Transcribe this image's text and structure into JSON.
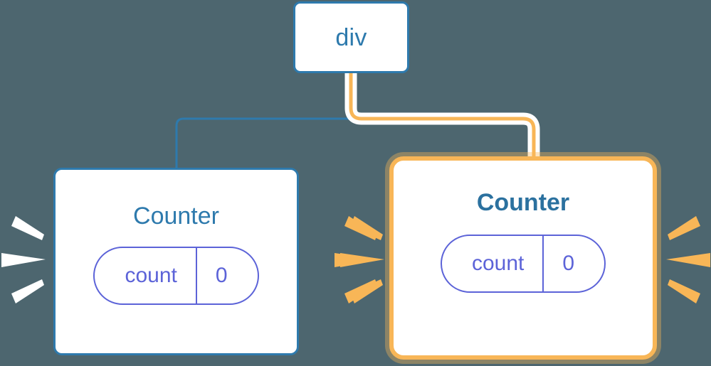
{
  "diagram": {
    "title": "React component tree re-render diagram",
    "background_color": "#4d666f",
    "nodes": [
      {
        "id": "div",
        "label": "div",
        "kind": "element",
        "highlighted": false,
        "border_color": "#2e7aad",
        "text_color": "#2e7aad"
      },
      {
        "id": "counter-left",
        "label": "Counter",
        "kind": "component",
        "highlighted": false,
        "border_color": "#2e7aad",
        "text_color": "#2e7aad",
        "prop": {
          "key": "count",
          "value": "0"
        }
      },
      {
        "id": "counter-right",
        "label": "Counter",
        "kind": "component",
        "highlighted": true,
        "border_color": "#f8b657",
        "text_color": "#2b719f",
        "prop": {
          "key": "count",
          "value": "0"
        }
      }
    ],
    "edges": [
      {
        "from": "div",
        "to": "counter-left",
        "color": "#2e7aad",
        "highlighted": false
      },
      {
        "from": "div",
        "to": "counter-right",
        "color": "#f8b657",
        "highlighted": true
      }
    ],
    "bursts": [
      {
        "for": "counter-left",
        "side": "left",
        "color": "#ffffff",
        "rays": 3
      },
      {
        "for": "counter-left",
        "side": "right",
        "color": "#f8b657",
        "rays": 3
      },
      {
        "for": "counter-right",
        "side": "left",
        "color": "#f8b657",
        "rays": 3
      },
      {
        "for": "counter-right",
        "side": "right",
        "color": "#f8b657",
        "rays": 3
      }
    ],
    "colors": {
      "background": "#4d666f",
      "blue": "#2e7aad",
      "blue_dark": "#2b719f",
      "orange": "#f8b657",
      "orange_glow": "#fbd9a4",
      "indigo": "#5c63d8",
      "white": "#ffffff"
    }
  }
}
